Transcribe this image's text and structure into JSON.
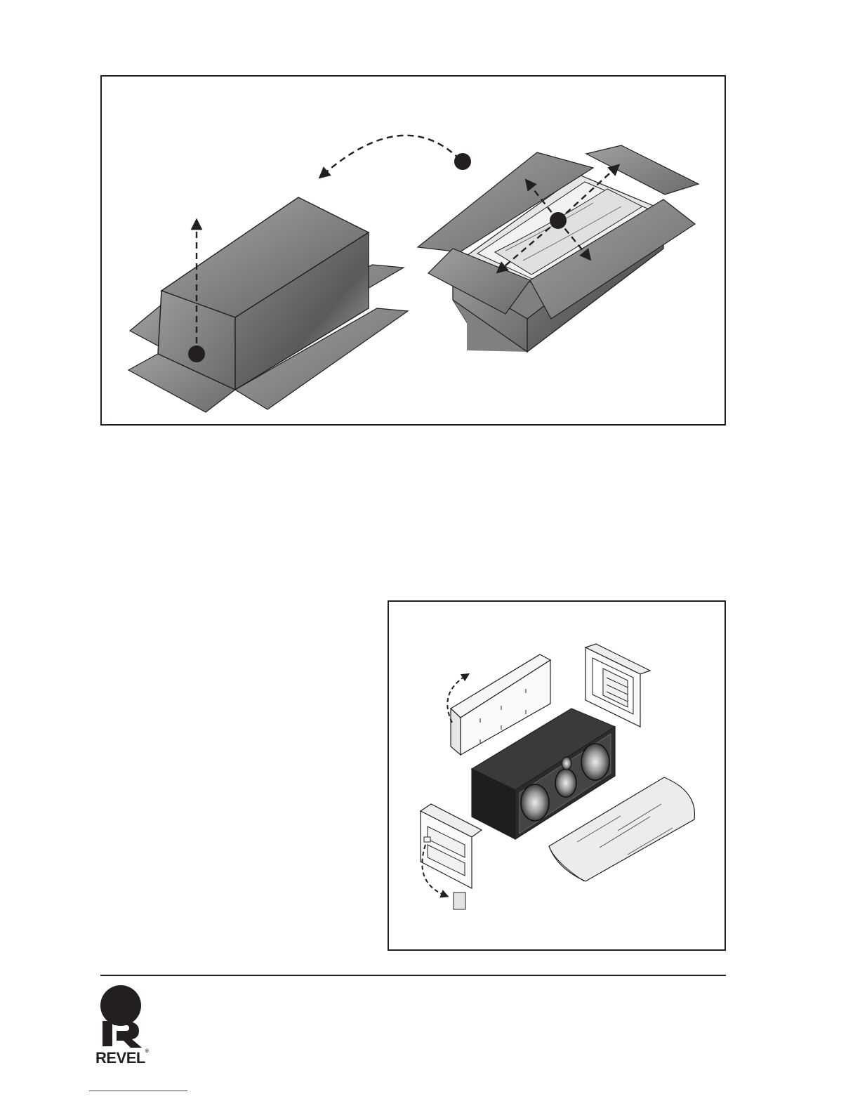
{
  "figures": [
    {
      "id": "fig-top",
      "description_icon": "carton-unpacking-diagram"
    },
    {
      "id": "fig-bottom",
      "description_icon": "speaker-packaging-diagram"
    }
  ],
  "logo": {
    "wordmark": "REVEL",
    "registered_mark": "®"
  },
  "colors": {
    "ink": "#231f20",
    "carton_dark": "#555555",
    "carton_light": "#c9c9c9",
    "foam": "#f4f4f4",
    "link": "#2b3bd0"
  }
}
